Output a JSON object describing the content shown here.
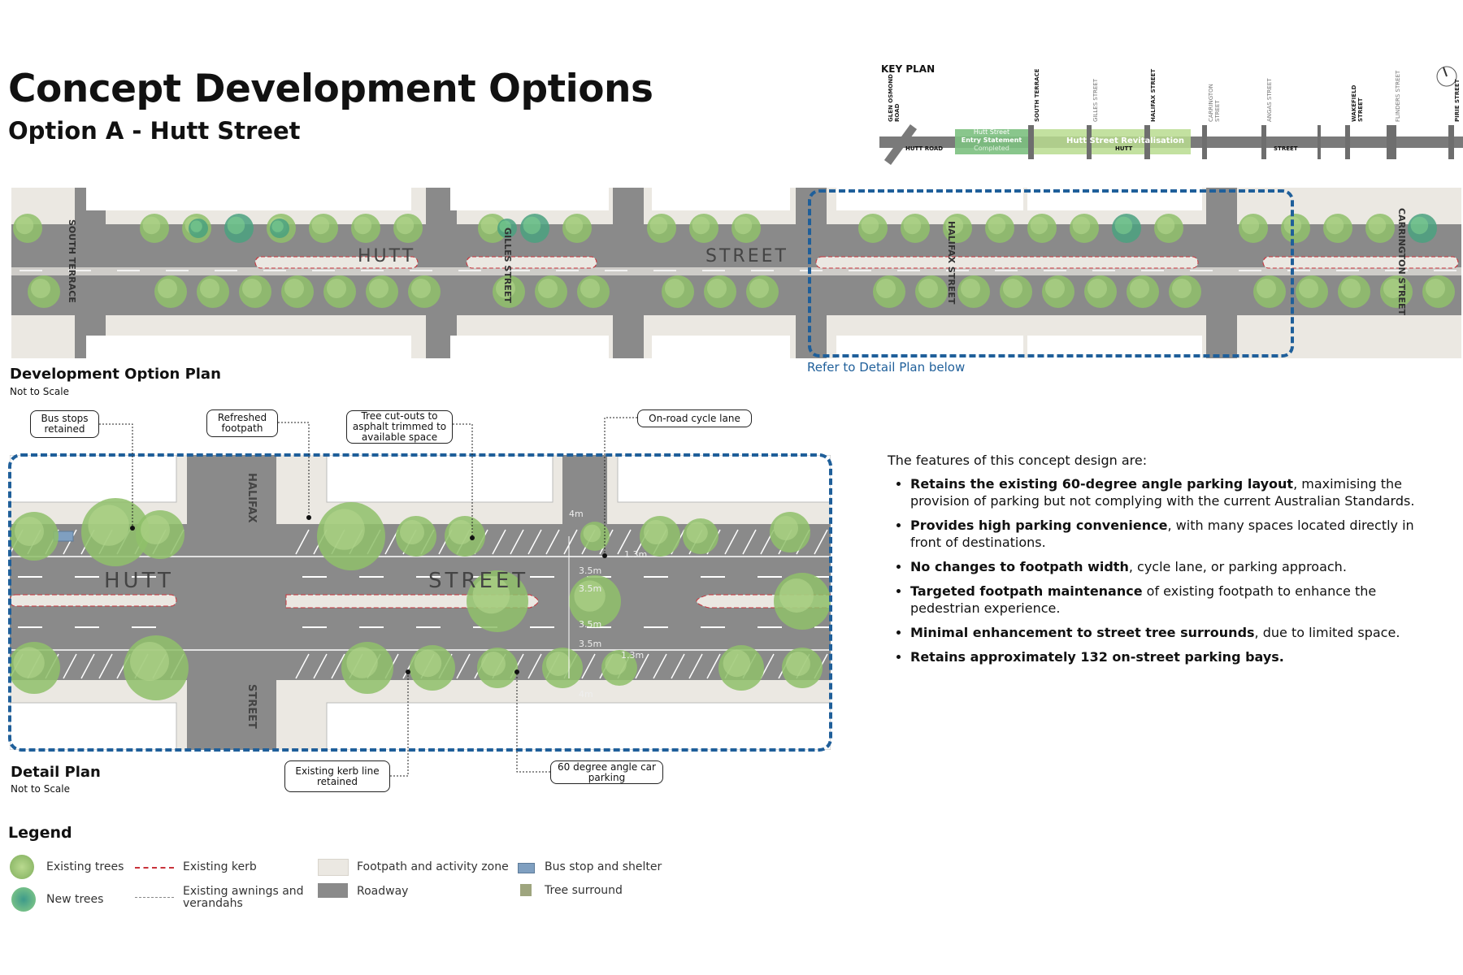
{
  "header": {
    "title": "Concept Development Options",
    "subtitle": "Option A - Hutt Street"
  },
  "key_plan": {
    "label": "KEY PLAN",
    "streets": [
      "GLEN OSMOND ROAD",
      "SOUTH TERRACE",
      "GILLES STREET",
      "HALIFAX STREET",
      "CARRINGTON STREET",
      "ANGAS STREET",
      "WAKEFIELD STREET",
      "FLINDERS STREET",
      "PIRIE STREET"
    ],
    "road_labels": [
      "HUTT ROAD",
      "HUTT",
      "STREET"
    ],
    "entry_statement": [
      "Hutt Street",
      "Entry Statement",
      "Completed"
    ],
    "revitalisation": "Hutt Street Revitalisation",
    "north": "N",
    "colors": {
      "road": "#7a7a7a",
      "entry": "#7cc07f",
      "revitalisation": "#b9dc8f"
    }
  },
  "development_plan": {
    "title": "Development Option Plan",
    "scale": "Not to Scale",
    "street_labels": [
      "HUTT",
      "STREET",
      "SOUTH TERRACE",
      "GILLES STREET",
      "HALIFAX STREET",
      "CARRINGTON STREET"
    ],
    "refer_note": "Refer to Detail Plan below"
  },
  "detail_plan": {
    "title": "Detail Plan",
    "scale": "Not to Scale",
    "street_labels": [
      "HUTT",
      "STREET",
      "HALIFAX",
      "STREET"
    ],
    "dimensions": [
      "4m",
      "1.3m",
      "3.5m",
      "3.5m",
      "3.5m",
      "3.5m",
      "1.3m",
      "4m"
    ],
    "callouts": {
      "bus_stops": "Bus stops retained",
      "footpath": "Refreshed footpath",
      "tree_cutouts": "Tree cut-outs to asphalt trimmed to available space",
      "cycle_lane": "On-road cycle lane",
      "kerb_line": "Existing kerb line retained",
      "angle_parking": "60 degree angle car parking"
    }
  },
  "features": {
    "intro": "The features of this concept design are:",
    "items": [
      {
        "bold": "Retains the existing 60-degree angle parking layout",
        "text": ", maximising the provision of parking but not complying with the current Australian Standards."
      },
      {
        "bold": "Provides high parking convenience",
        "text": ", with many spaces located directly in front of destinations."
      },
      {
        "bold": "No changes to footpath width",
        "text": ", cycle lane, or parking approach."
      },
      {
        "bold": "Targeted footpath maintenance",
        "text": " of existing footpath to enhance the pedestrian experience."
      },
      {
        "bold": "Minimal enhancement to street tree surrounds",
        "text": ", due to limited space."
      },
      {
        "bold": "Retains approximately 132 on-street parking bays.",
        "text": ""
      }
    ]
  },
  "legend": {
    "title": "Legend",
    "items": {
      "existing_trees": "Existing trees",
      "new_trees": "New trees",
      "existing_kerb": "Existing kerb",
      "awnings": "Existing awnings and verandahs",
      "footpath": "Footpath and activity zone",
      "roadway": "Roadway",
      "bus_stop": "Bus stop and shelter",
      "tree_surround": "Tree surround"
    },
    "colors": {
      "tree": "#8fbf6a",
      "new_tree": "#5bb07a",
      "kerb": "#c8323a",
      "footpath": "#ebe8e2",
      "roadway": "#8a8a8a",
      "bus_stop": "#7f9fc0",
      "tree_surround": "#9ea57e"
    }
  }
}
